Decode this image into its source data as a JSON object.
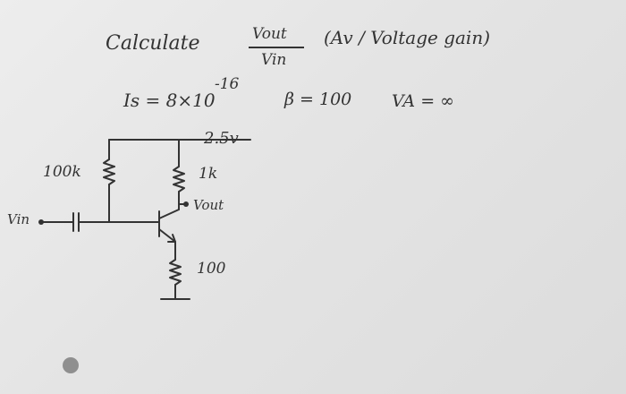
{
  "problem": {
    "calculate_label": "Calculate",
    "gain_numerator": "Vout",
    "gain_denominator": "Vin",
    "gain_note": "(Av / Voltage gain)",
    "is_base": "Is = 8×10",
    "is_exponent": "-16",
    "beta": "β = 100",
    "va": "VA = ∞"
  },
  "circuit": {
    "supply": "2.5v",
    "base_resistor": "100k",
    "collector_resistor": "1k",
    "output_label": "Vout",
    "emitter_resistor": "100",
    "input_label": "Vin"
  },
  "colors": {
    "ink": "#333333",
    "paper": "#e9e9e9"
  }
}
